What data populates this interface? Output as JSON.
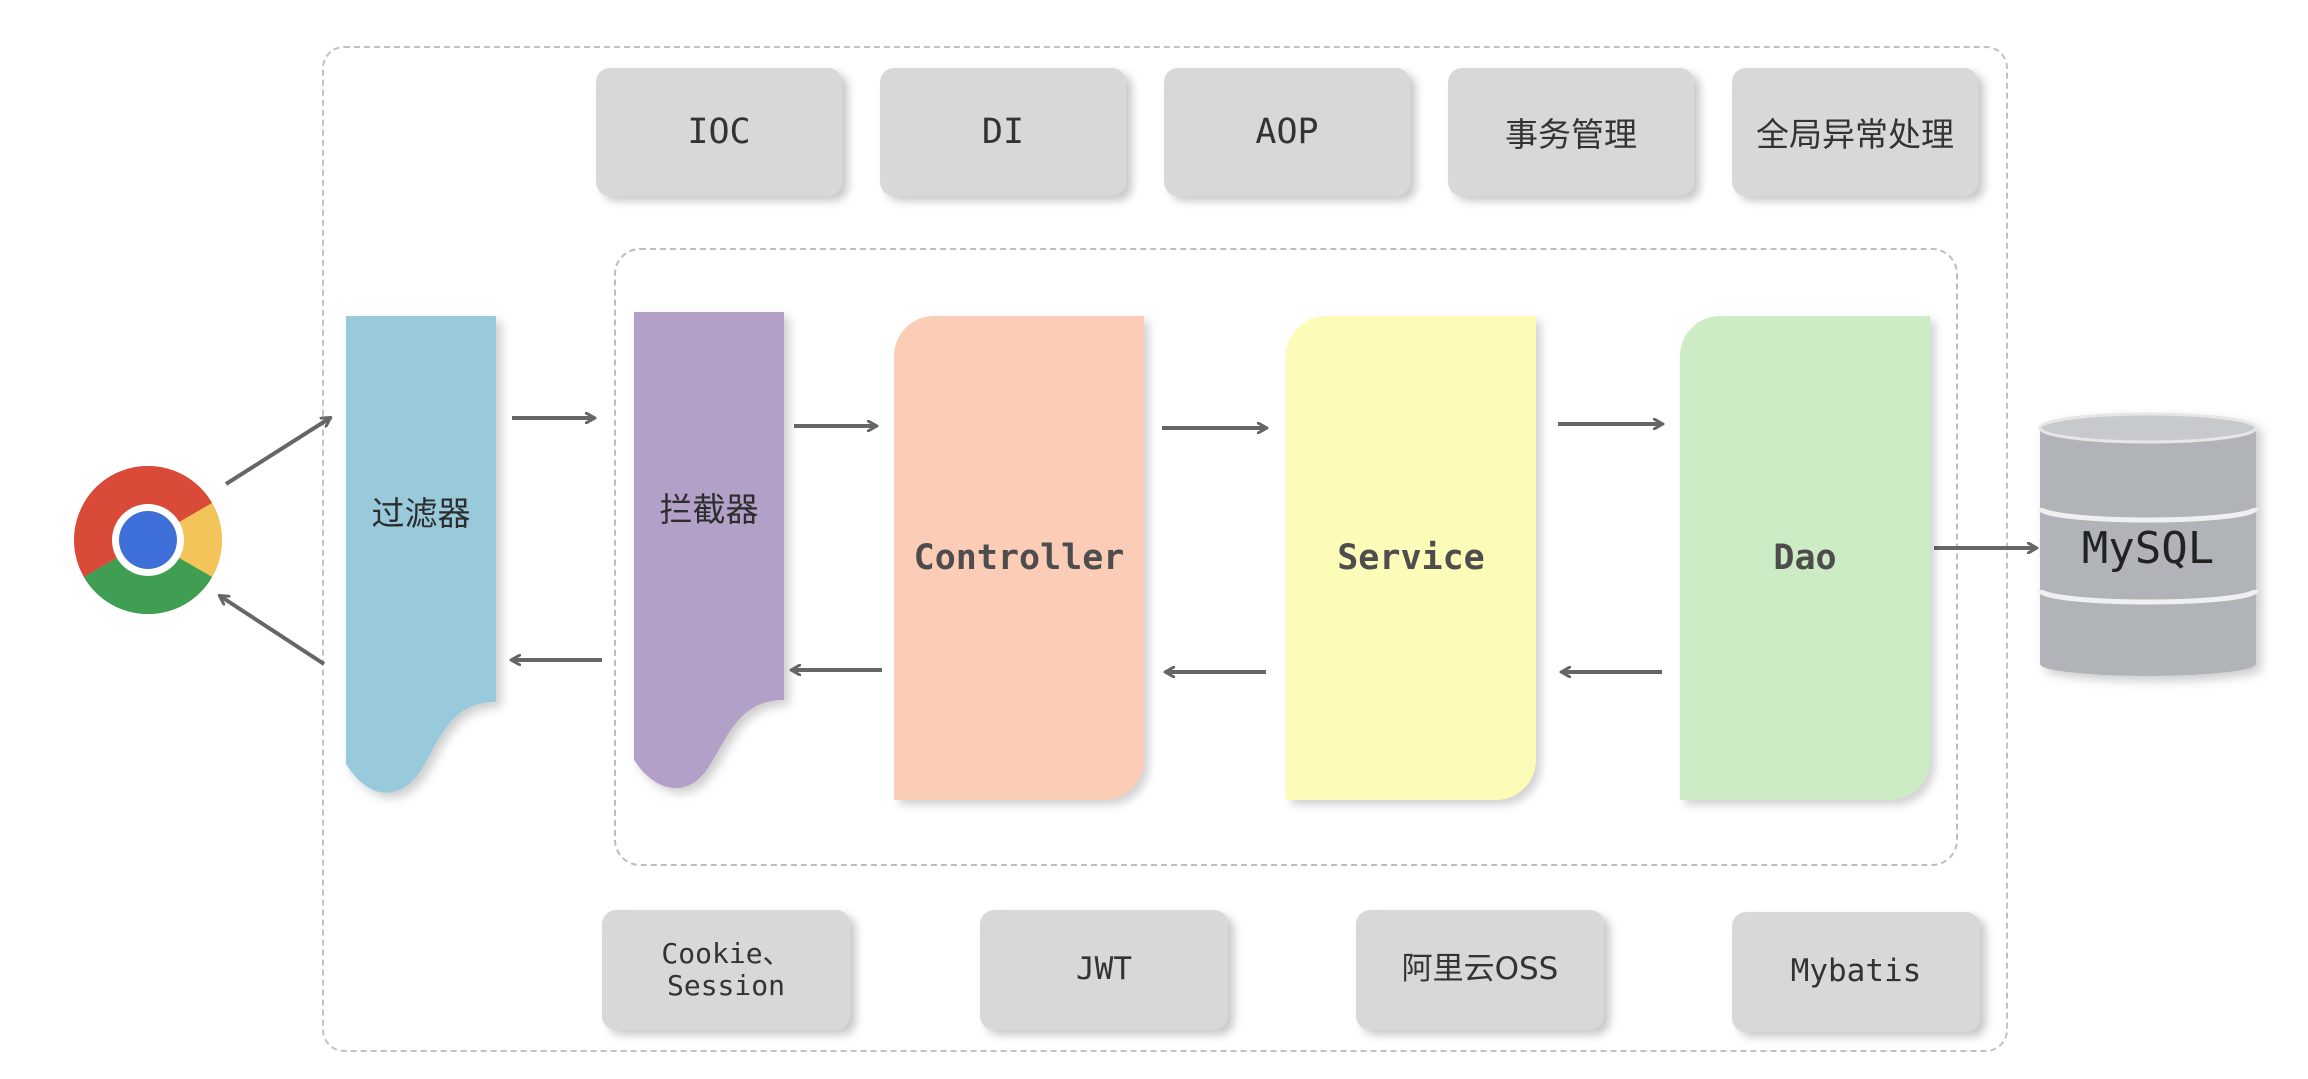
{
  "top_features": [
    {
      "label": "IOC"
    },
    {
      "label": "DI"
    },
    {
      "label": "AOP"
    },
    {
      "label": "事务管理"
    },
    {
      "label": "全局异常处理"
    }
  ],
  "flow": {
    "filter_label": "过滤器",
    "interceptor_label": "拦截器",
    "controller_label": "Controller",
    "service_label": "Service",
    "dao_label": "Dao",
    "database_label": "MySQL"
  },
  "bottom_tools": [
    {
      "label": "Cookie、\nSession"
    },
    {
      "label": "JWT"
    },
    {
      "label": "阿里云OSS"
    },
    {
      "label": "Mybatis"
    }
  ],
  "colors": {
    "filter": "#98cadb",
    "interceptor": "#b3a0c8",
    "controller": "#fbcdb7",
    "service": "#fdfbb8",
    "dao": "#cdecc6",
    "database": "#b0b4b8",
    "arrow": "#666666"
  },
  "icons": {
    "browser": "chrome-browser-icon",
    "cursor": "mouse-cursor-icon",
    "database": "database-cylinder-icon"
  }
}
